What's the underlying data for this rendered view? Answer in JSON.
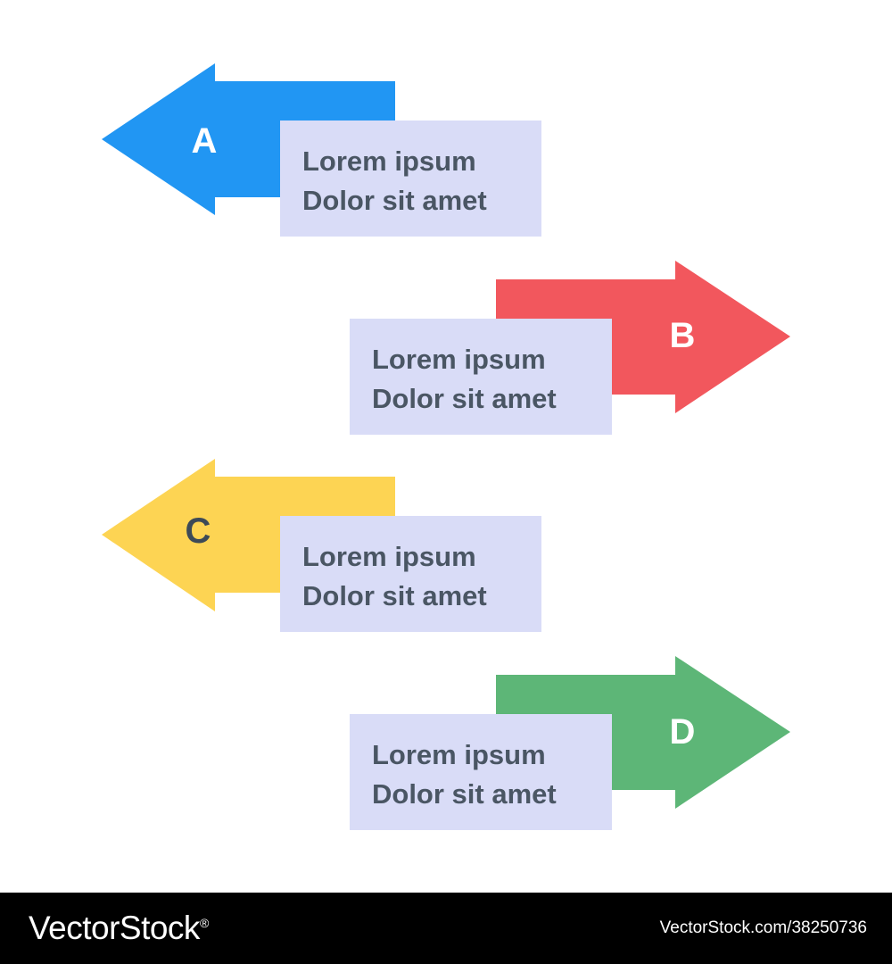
{
  "items": [
    {
      "letter": "A",
      "line1": "Lorem ipsum",
      "line2": "Dolor sit amet",
      "color": "#2196f3",
      "letter_color": "#ffffff",
      "direction": "left"
    },
    {
      "letter": "B",
      "line1": "Lorem ipsum",
      "line2": "Dolor sit amet",
      "color": "#f2575d",
      "letter_color": "#ffffff",
      "direction": "right"
    },
    {
      "letter": "C",
      "line1": "Lorem ipsum",
      "line2": "Dolor sit amet",
      "color": "#fdd453",
      "letter_color": "#3d4a57",
      "direction": "left"
    },
    {
      "letter": "D",
      "line1": "Lorem ipsum",
      "line2": "Dolor sit amet",
      "color": "#5db677",
      "letter_color": "#ffffff",
      "direction": "right"
    }
  ],
  "label_box_color": "#d9dcf7",
  "label_text_color": "#4a5664",
  "footer": {
    "brand": "VectorStock",
    "registered_mark": "®",
    "image_id": "VectorStock.com/38250736"
  }
}
